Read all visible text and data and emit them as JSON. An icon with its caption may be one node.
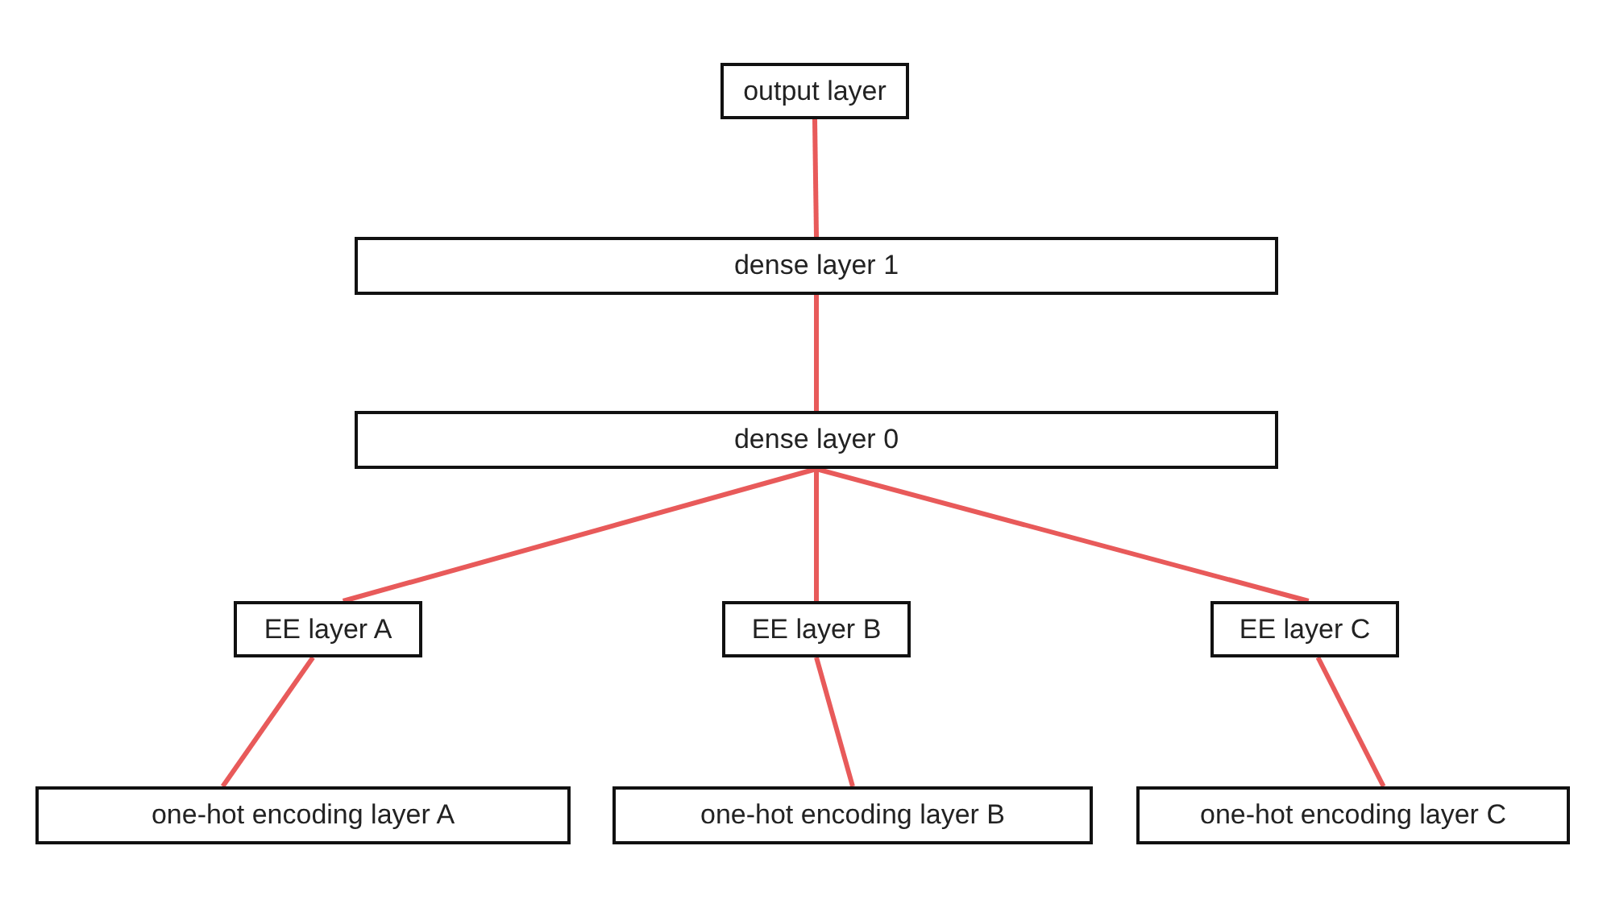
{
  "diagram": {
    "nodes": [
      {
        "text": [
          "output layer"
        ]
      },
      {
        "text": [
          "dense layer 1"
        ]
      },
      {
        "text": [
          "dense layer 0"
        ]
      },
      {
        "text": [
          "EE layer A"
        ]
      },
      {
        "text": [
          "EE layer B"
        ]
      },
      {
        "text": [
          "EE layer C"
        ]
      },
      {
        "text": [
          "one-hot encoding layer A"
        ]
      },
      {
        "text": [
          "one-hot encoding layer B"
        ]
      },
      {
        "text": [
          "one-hot encoding layer C"
        ]
      }
    ],
    "edges": [
      {
        "from": 0,
        "to": 1,
        "arrow": "none"
      },
      {
        "from": 1,
        "to": 2,
        "arrow": "none"
      },
      {
        "from": 2,
        "to": 3,
        "arrow": "none"
      },
      {
        "from": 2,
        "to": 4,
        "arrow": "none"
      },
      {
        "from": 2,
        "to": 5,
        "arrow": "none"
      },
      {
        "from": 3,
        "to": 6,
        "arrow": "none"
      },
      {
        "from": 4,
        "to": 7,
        "arrow": "none"
      },
      {
        "from": 5,
        "to": 8,
        "arrow": "none"
      }
    ]
  }
}
